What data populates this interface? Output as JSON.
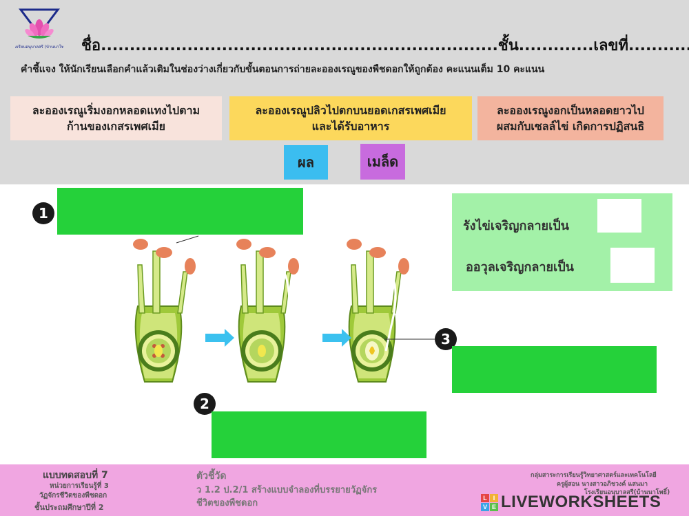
{
  "colors": {
    "header_bg": "#d9d9d9",
    "drop_zone": "#25d13a",
    "info_panel": "#a3f1a8",
    "footer_bg": "#f0a6e1",
    "word_fruit": "#3bbdf0",
    "word_seed": "#c86bde",
    "card_pollen_tube_start": "#f8e3dc",
    "card_pollen_landing": "#fcd85c",
    "card_fertilization": "#f3b49e"
  },
  "header": {
    "logo_icon": "lotus-school-logo-icon",
    "logo_text": "โรงเรียนอนุบาลสรี (บ้านนาโพธิ์)",
    "name_line": "ชื่อ.....................................................................ชั้น.............เลขที่.............",
    "instruction": "คำชี้แจง ให้นักเรียนเลือกคำแล้วเติมในช่องว่างเกี่ยวกับขั้นตอนการถ่ายละอองเรณูของพืชดอกให้ถูกต้อง คะแนนเต็ม 10 คะแนน"
  },
  "cards": {
    "c1_line1": "ละอองเรณูเริ่มงอกหลอดแทงไปตาม",
    "c1_line2": "ก้านของเกสรเพศเมีย",
    "c2_line1": "ละอองเรณูปลิวไปตกบนยอดเกสรเพศเมีย",
    "c2_line2": "และได้รับอาหาร",
    "c3_line1": "ละอองเรณูงอกเป็นหลอดยาวไป",
    "c3_line2": "ผสมกับเซลล์ไข่ เกิดการปฏิสนธิ"
  },
  "words": {
    "fruit": "ผล",
    "seed": "เมล็ด"
  },
  "steps": {
    "n1": "1",
    "n2": "2",
    "n3": "3"
  },
  "info": {
    "ovary_label": "รังไข่เจริญกลายเป็น",
    "ovule_label": "ออวุลเจริญกลายเป็น"
  },
  "diagram": {
    "icon": "flower-pollination-diagram-icon",
    "arrow_icon": "right-arrow-icon"
  },
  "footer": {
    "test_title": "แบบทดสอบที่ 7",
    "unit": "หน่วยการเรียนรู้ที่ 3",
    "unit_name": "วัฏจักรชีวิตของพืชดอก",
    "grade": "ชั้นประถมศึกษาปีที่ 2",
    "indicator_title": "ตัวชี้วัด",
    "indicator_line1": "ว 1.2 ป.2/1 สร้างแบบจำลองที่บรรยายวัฏจักร",
    "indicator_line2": "ชีวิตของพืชดอก",
    "dept": "กลุ่มสาระการเรียนรู้วิทยาศาสตร์และเทคโนโลยี",
    "teacher": "ครูผู้สอน นางสาวอภิชวงค์ แสนมา",
    "school": "โรงเรียนอนุบาลสรี(บ้านนาโพธิ์)",
    "brand": "LIVEWORKSHEETS",
    "brand_l": "L",
    "brand_i": "I",
    "brand_v": "V",
    "brand_e": "E"
  }
}
